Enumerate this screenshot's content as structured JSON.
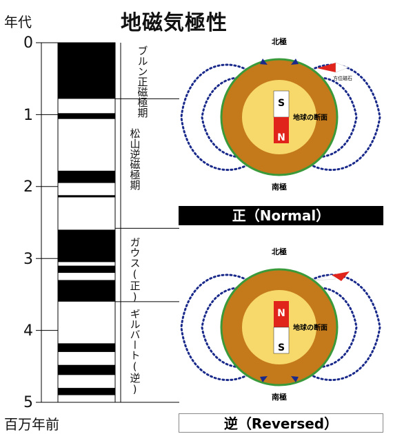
{
  "title": "地磁気極性",
  "time_axis": {
    "header": "年代",
    "unit": "百万年前",
    "ticks": [
      "0",
      "1",
      "2",
      "3",
      "4",
      "5"
    ]
  },
  "polarity_column": {
    "normal_color": "#000000",
    "reversed_color": "#ffffff",
    "intervals": [
      {
        "start": 0.0,
        "end": 0.78,
        "polarity": "normal"
      },
      {
        "start": 0.98,
        "end": 1.06,
        "polarity": "normal"
      },
      {
        "start": 1.78,
        "end": 1.95,
        "polarity": "normal"
      },
      {
        "start": 2.12,
        "end": 2.15,
        "polarity": "normal"
      },
      {
        "start": 2.6,
        "end": 3.05,
        "polarity": "normal"
      },
      {
        "start": 3.1,
        "end": 3.2,
        "polarity": "normal"
      },
      {
        "start": 3.3,
        "end": 3.6,
        "polarity": "normal"
      },
      {
        "start": 4.18,
        "end": 4.3,
        "polarity": "normal"
      },
      {
        "start": 4.48,
        "end": 4.62,
        "polarity": "normal"
      },
      {
        "start": 4.8,
        "end": 4.9,
        "polarity": "normal"
      }
    ]
  },
  "epochs": [
    {
      "label": "ブルン正磁極期",
      "start": 0,
      "end": 0.78
    },
    {
      "label": "松山逆磁極期",
      "start": 0.78,
      "end": 2.58
    },
    {
      "label": "ガウス(正)",
      "start": 2.58,
      "end": 3.6
    },
    {
      "label": "ギルバート(逆)",
      "start": 3.6,
      "end": 5.0
    }
  ],
  "diagrams": {
    "normal": {
      "north_pole": "北極",
      "south_pole": "南極",
      "cross_section": "地球の断面",
      "compass": "方位磁石",
      "magnet_top": "S",
      "magnet_bottom": "N",
      "banner": "正（Normal）"
    },
    "reversed": {
      "north_pole": "北極",
      "south_pole": "南極",
      "cross_section": "地球の断面",
      "magnet_top": "N",
      "magnet_bottom": "S",
      "banner": "逆（Reversed）"
    }
  },
  "colors": {
    "crust": "#c47a1a",
    "core": "#f7d86a",
    "rim": "#3a9a3a",
    "field_lines": "#1a2a8a",
    "magnet_red": "#e0241c",
    "needle_red": "#e0241c"
  }
}
